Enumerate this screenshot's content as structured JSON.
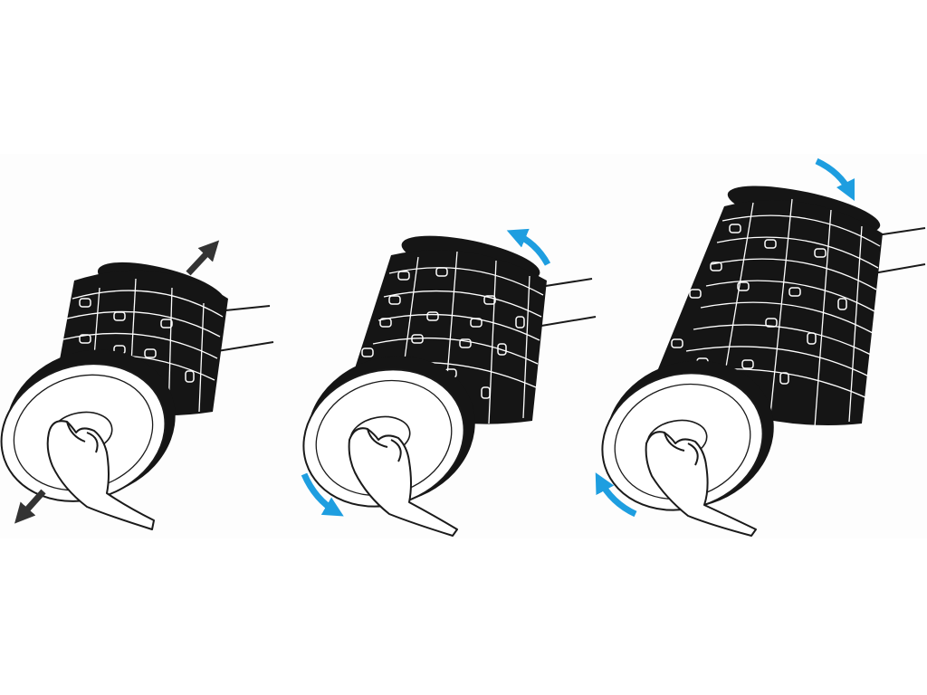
{
  "colors": {
    "background": "#ffffff",
    "band": "#fdfdfd",
    "stool_body": "#151515",
    "outline": "#1a1a1a",
    "arrow_dark": "#333333",
    "arrow_blue": "#1e9ee0"
  },
  "steps": [
    {
      "id": "step-1",
      "action": "pull-apart",
      "arrow_color": "arrow_dark",
      "icon": "straight-double-arrow-icon"
    },
    {
      "id": "step-2",
      "action": "twist",
      "arrow_color": "arrow_blue",
      "icon": "curved-rotation-arrows-icon"
    },
    {
      "id": "step-3",
      "action": "twist-reverse",
      "arrow_color": "arrow_blue",
      "icon": "curved-rotation-arrows-icon"
    }
  ]
}
